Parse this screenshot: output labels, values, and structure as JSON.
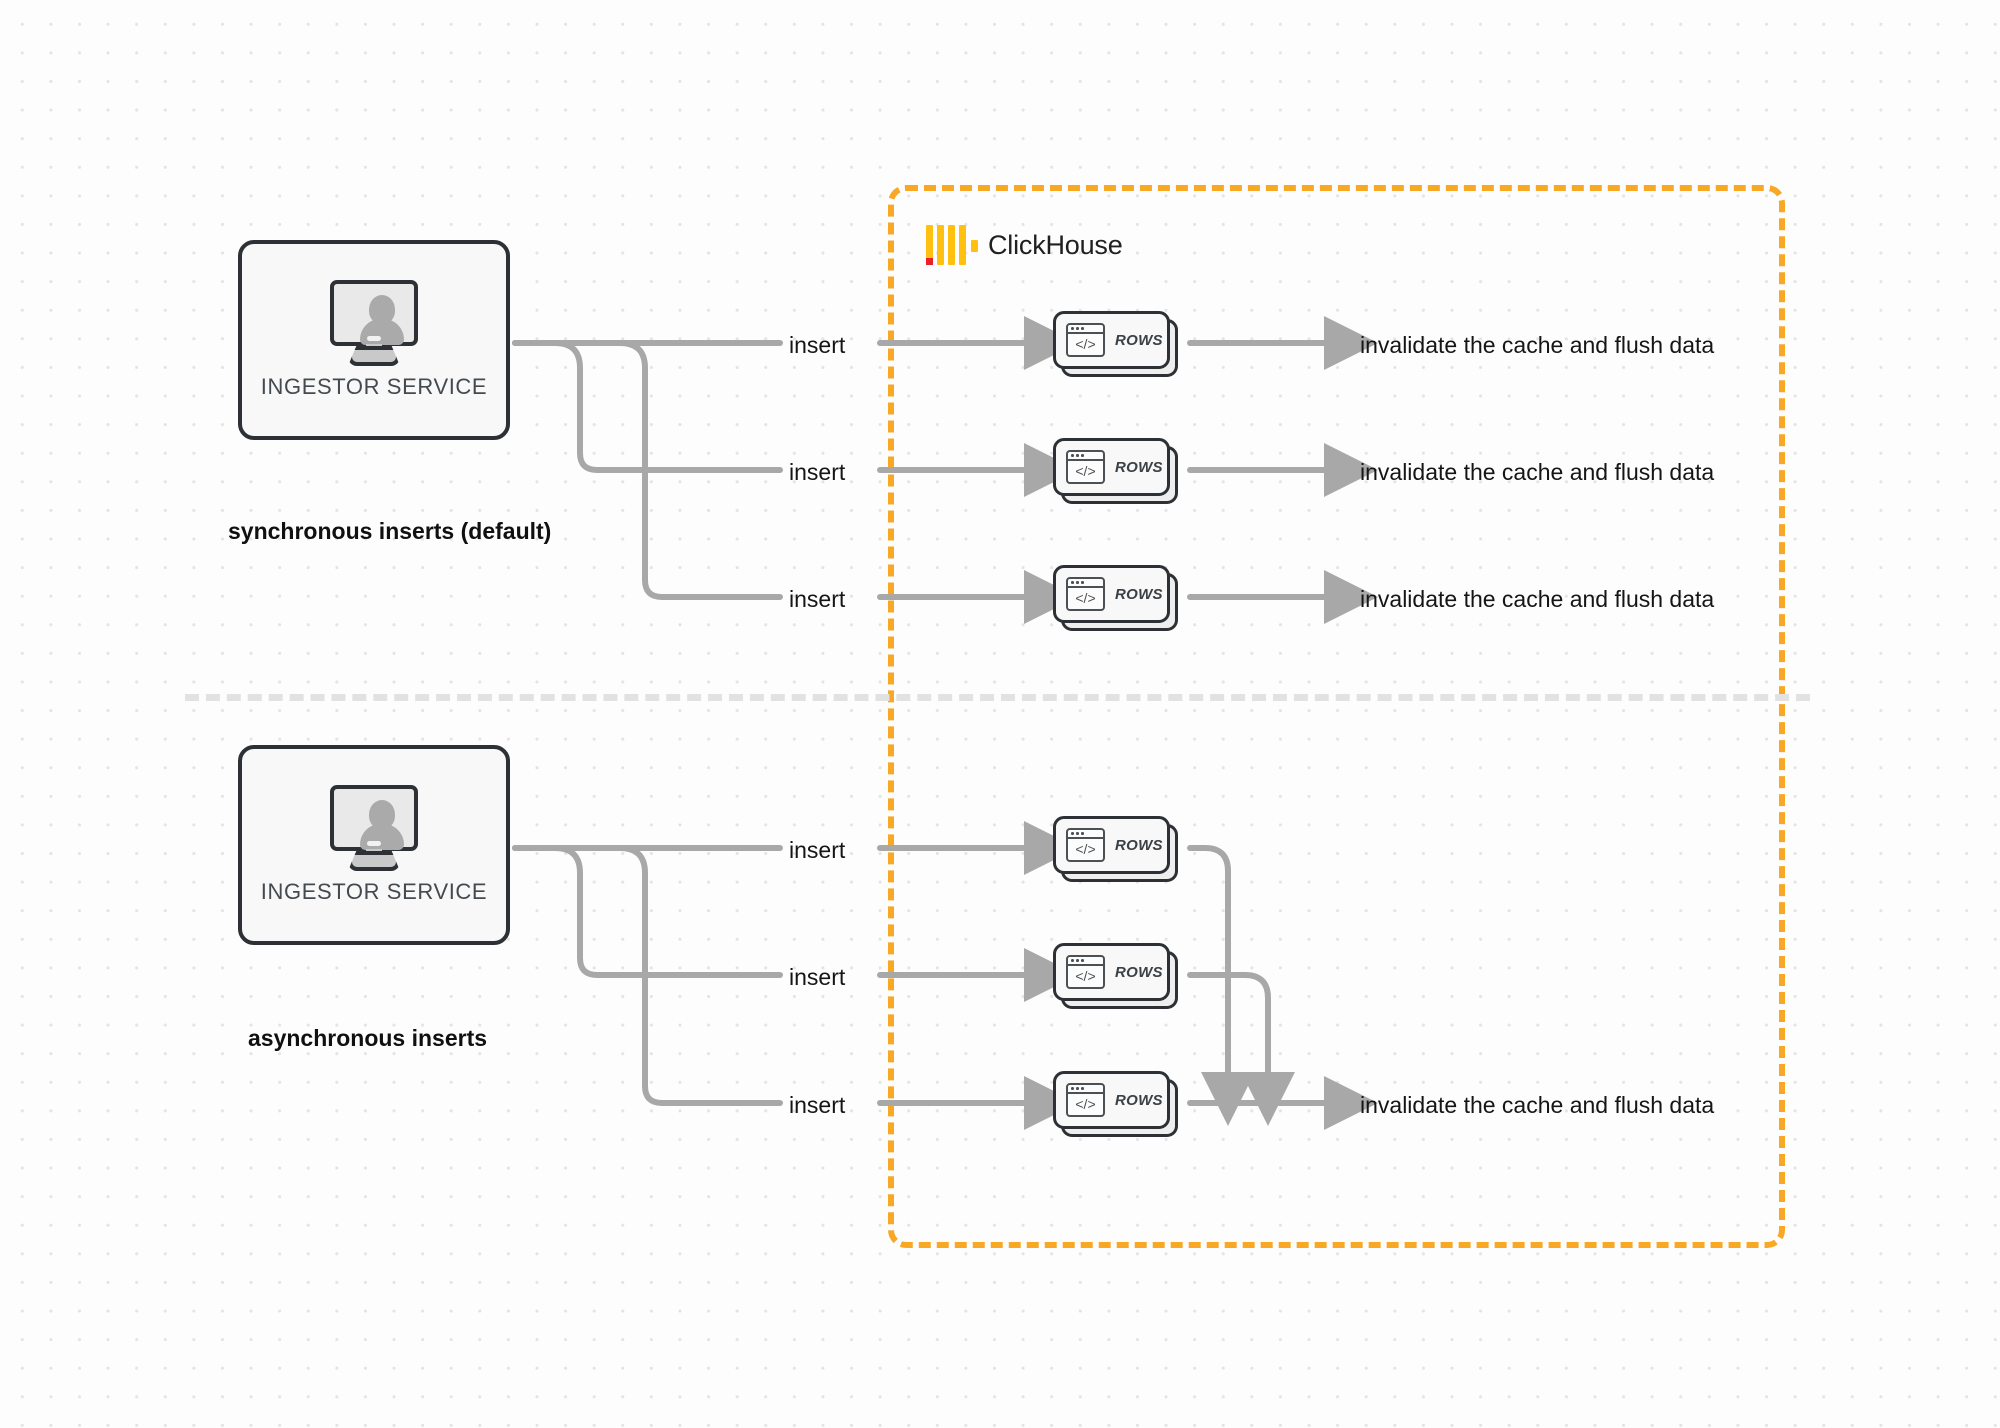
{
  "diagram": {
    "title": "ClickHouse synchronous vs asynchronous inserts",
    "colors": {
      "container_border": "#f9a825",
      "logo_yellow": "#ffc010",
      "logo_red": "#e8222b",
      "wire": "#a8a8a8",
      "node_border": "#2d3135",
      "background": "#fdfdfd",
      "divider": "#e2e2e2"
    }
  },
  "clickhouse": {
    "name": "ClickHouse",
    "logo_icon": "clickhouse-logo-icon"
  },
  "sections": [
    {
      "id": "synchronous",
      "caption": "synchronous inserts (default)",
      "service": {
        "label": "INGESTOR SERVICE",
        "icon": "monitor-user-icon"
      },
      "flows": [
        {
          "insert_label": "insert",
          "rows_label": "ROWS",
          "output_label": "invalidate the cache and flush data"
        },
        {
          "insert_label": "insert",
          "rows_label": "ROWS",
          "output_label": "invalidate the cache and flush data"
        },
        {
          "insert_label": "insert",
          "rows_label": "ROWS",
          "output_label": "invalidate the cache and flush data"
        }
      ]
    },
    {
      "id": "asynchronous",
      "caption": "asynchronous inserts",
      "service": {
        "label": "INGESTOR SERVICE",
        "icon": "monitor-user-icon"
      },
      "flows": [
        {
          "insert_label": "insert",
          "rows_label": "ROWS"
        },
        {
          "insert_label": "insert",
          "rows_label": "ROWS"
        },
        {
          "insert_label": "insert",
          "rows_label": "ROWS"
        }
      ],
      "merged_output_label": "invalidate the cache and flush data"
    }
  ]
}
